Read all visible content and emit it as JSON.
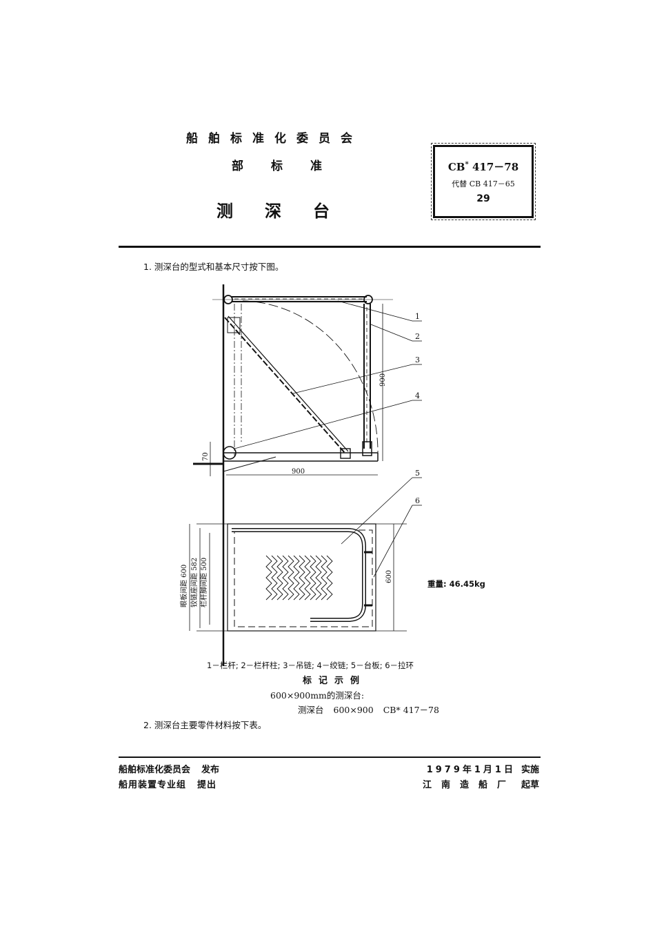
{
  "header": {
    "organization": "船舶标准化委员会",
    "category": [
      "部",
      "标",
      "准"
    ],
    "title": [
      "测",
      "深",
      "台"
    ]
  },
  "code_box": {
    "standard_prefix": "CB",
    "standard_star": "*",
    "standard_number": "417－78",
    "replaces": "代替 CB  417－65",
    "page_number": "29"
  },
  "body": {
    "section1": "1. 测深台的型式和基本尺寸按下图。",
    "section2": "2. 测深台主要零件材料按下表。"
  },
  "drawing": {
    "side_view": {
      "callouts": [
        "1",
        "2",
        "3",
        "4"
      ],
      "dim_height": "900",
      "dim_width": "900",
      "dim_offset": "70"
    },
    "plan_view": {
      "callouts": [
        "5",
        "6"
      ],
      "dim_width": "600",
      "dim_labels": [
        "眼板间距 600",
        "铰链座间距 582",
        "栏杆脚间距 500"
      ]
    }
  },
  "weight": "重量: 46.45kg",
  "legend": "1－栏杆; 2－栏杆柱; 3－吊链; 4－绞链; 5－台板; 6－拉环",
  "marking_example": {
    "title": "标记示例",
    "description": "600×900mm的测深台:",
    "designation_name": "测深台",
    "designation_size": "600×900",
    "designation_code": "CB* 417－78"
  },
  "footer": {
    "publisher": "船舶标准化委员会",
    "publisher_action": "发布",
    "proposer": "船用装置专业组",
    "proposer_action": "提出",
    "effective_date": "1979年1月1日",
    "effective_action": "实施",
    "drafter": "江南造船厂",
    "drafter_action": "起草"
  }
}
